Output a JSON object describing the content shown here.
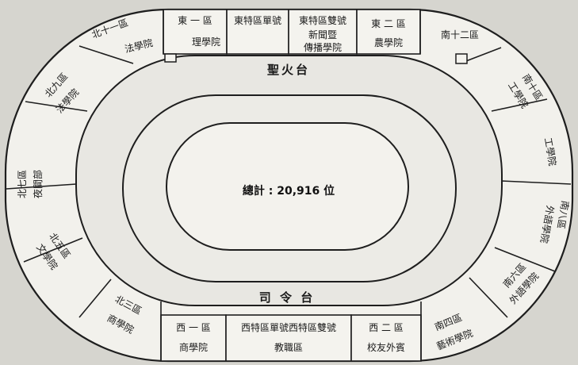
{
  "labels": {
    "torch_platform": "聖火台",
    "command_platform": "司 令 台",
    "total": "總計 : 20,916 位"
  },
  "sections": {
    "east1": {
      "title": "東 一 區",
      "sub": "理學院"
    },
    "east_odd": {
      "title": "東特區單號",
      "sub": ""
    },
    "east_even": {
      "title": "東特區雙號",
      "sub": "新聞暨傳播學院"
    },
    "east2": {
      "title": "東 二 區",
      "sub": "農學院"
    },
    "north11": {
      "title": "北十一區",
      "sub": "法學院"
    },
    "south12": {
      "title": "南十二區",
      "sub": ""
    },
    "north9": {
      "title": "北九區",
      "sub": "法學院"
    },
    "south10": {
      "title": "南十區",
      "sub": "工學院"
    },
    "north7": {
      "title": "北七區",
      "sub": "夜間部"
    },
    "south_eng": {
      "title": "",
      "sub": "工學院"
    },
    "south8": {
      "title": "南八區",
      "sub": "外語學院"
    },
    "north5": {
      "title": "北五區",
      "sub": "文學院"
    },
    "south6": {
      "title": "南六區",
      "sub": "外語學院"
    },
    "north3": {
      "title": "北三區",
      "sub": "商學院"
    },
    "south4": {
      "title": "南四區",
      "sub": "藝術學院"
    },
    "west1": {
      "title": "西 一 區",
      "sub": "商學院"
    },
    "west_special": {
      "title": "西特區單號西特區雙號",
      "sub": "教職區"
    },
    "west2": {
      "title": "西 二 區",
      "sub": "校友外賓"
    }
  }
}
